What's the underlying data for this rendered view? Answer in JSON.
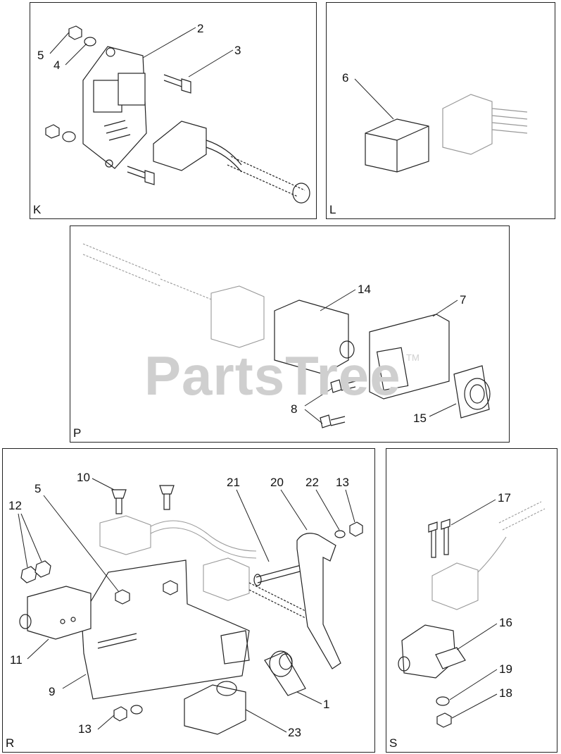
{
  "watermark": {
    "text": "PartsTree",
    "trademark": "TM"
  },
  "panels": {
    "K": {
      "label": "K",
      "callouts": [
        "2",
        "3",
        "4",
        "5"
      ]
    },
    "L": {
      "label": "L",
      "callouts": [
        "6"
      ]
    },
    "P": {
      "label": "P",
      "callouts": [
        "14",
        "7",
        "8",
        "15"
      ]
    },
    "R": {
      "label": "R",
      "callouts": [
        "10",
        "21",
        "20",
        "22",
        "13",
        "12",
        "5",
        "11",
        "9",
        "1",
        "13",
        "23"
      ]
    },
    "S": {
      "label": "S",
      "callouts": [
        "17",
        "16",
        "19",
        "18"
      ]
    }
  }
}
